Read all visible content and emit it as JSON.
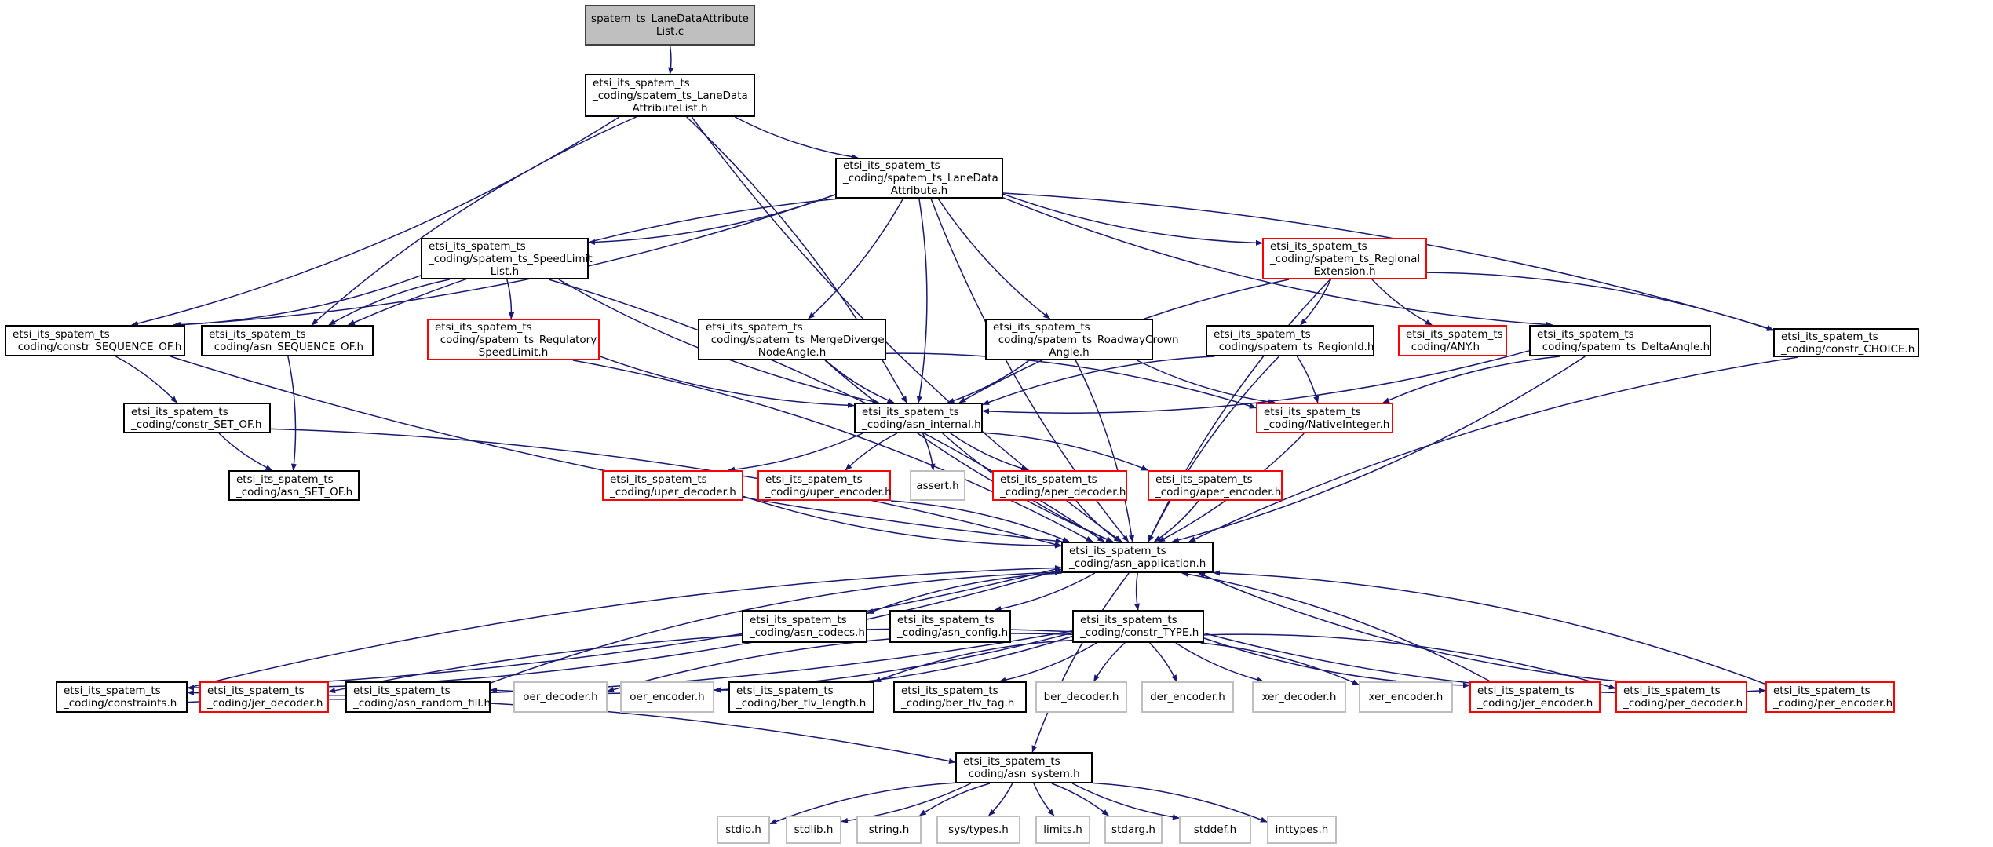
{
  "title": "spatem_ts_LaneDataAttributeList.c include dependency graph",
  "colors": {
    "edge": "#191970",
    "root_fill": "#bfbfbf",
    "incomplete_border": "#ff0000",
    "system_border": "#bfbfbf",
    "normal_border": "#000000"
  },
  "nodes": [
    {
      "id": "root",
      "kind": "root",
      "lines": [
        "spatem_ts_LaneDataAttribute",
        "List.c"
      ]
    },
    {
      "id": "ldal",
      "kind": "normal",
      "lines": [
        "etsi_its_spatem_ts",
        "_coding/spatem_ts_LaneData",
        "AttributeList.h"
      ]
    },
    {
      "id": "lda",
      "kind": "normal",
      "lines": [
        "etsi_its_spatem_ts",
        "_coding/spatem_ts_LaneData",
        "Attribute.h"
      ]
    },
    {
      "id": "sll",
      "kind": "normal",
      "lines": [
        "etsi_its_spatem_ts",
        "_coding/spatem_ts_SpeedLimit",
        "List.h"
      ]
    },
    {
      "id": "rext",
      "kind": "incomplete",
      "lines": [
        "etsi_its_spatem_ts",
        "_coding/spatem_ts_Regional",
        "Extension.h"
      ]
    },
    {
      "id": "cseqof",
      "kind": "normal",
      "lines": [
        "etsi_its_spatem_ts",
        "_coding/constr_SEQUENCE_OF.h"
      ]
    },
    {
      "id": "aseqof",
      "kind": "normal",
      "lines": [
        "etsi_its_spatem_ts",
        "_coding/asn_SEQUENCE_OF.h"
      ]
    },
    {
      "id": "rsl",
      "kind": "incomplete",
      "lines": [
        "etsi_its_spatem_ts",
        "_coding/spatem_ts_Regulatory",
        "SpeedLimit.h"
      ]
    },
    {
      "id": "mdna",
      "kind": "normal",
      "lines": [
        "etsi_its_spatem_ts",
        "_coding/spatem_ts_MergeDiverge",
        "NodeAngle.h"
      ]
    },
    {
      "id": "rca",
      "kind": "normal",
      "lines": [
        "etsi_its_spatem_ts",
        "_coding/spatem_ts_RoadwayCrown",
        "Angle.h"
      ]
    },
    {
      "id": "rid",
      "kind": "normal",
      "lines": [
        "etsi_its_spatem_ts",
        "_coding/spatem_ts_RegionId.h"
      ]
    },
    {
      "id": "any",
      "kind": "incomplete",
      "lines": [
        "etsi_its_spatem_ts",
        "_coding/ANY.h"
      ]
    },
    {
      "id": "da",
      "kind": "normal",
      "lines": [
        "etsi_its_spatem_ts",
        "_coding/spatem_ts_DeltaAngle.h"
      ]
    },
    {
      "id": "choice",
      "kind": "normal",
      "lines": [
        "etsi_its_spatem_ts",
        "_coding/constr_CHOICE.h"
      ]
    },
    {
      "id": "csetof",
      "kind": "normal",
      "lines": [
        "etsi_its_spatem_ts",
        "_coding/constr_SET_OF.h"
      ]
    },
    {
      "id": "asetof",
      "kind": "normal",
      "lines": [
        "etsi_its_spatem_ts",
        "_coding/asn_SET_OF.h"
      ]
    },
    {
      "id": "internal",
      "kind": "normal",
      "lines": [
        "etsi_its_spatem_ts",
        "_coding/asn_internal.h"
      ]
    },
    {
      "id": "nint",
      "kind": "incomplete",
      "lines": [
        "etsi_its_spatem_ts",
        "_coding/NativeInteger.h"
      ]
    },
    {
      "id": "uperd",
      "kind": "incomplete",
      "lines": [
        "etsi_its_spatem_ts",
        "_coding/uper_decoder.h"
      ]
    },
    {
      "id": "upere",
      "kind": "incomplete",
      "lines": [
        "etsi_its_spatem_ts",
        "_coding/uper_encoder.h"
      ]
    },
    {
      "id": "assert",
      "kind": "system",
      "lines": [
        "assert.h"
      ]
    },
    {
      "id": "aperd",
      "kind": "incomplete",
      "lines": [
        "etsi_its_spatem_ts",
        "_coding/aper_decoder.h"
      ]
    },
    {
      "id": "apere",
      "kind": "incomplete",
      "lines": [
        "etsi_its_spatem_ts",
        "_coding/aper_encoder.h"
      ]
    },
    {
      "id": "app",
      "kind": "normal",
      "lines": [
        "etsi_its_spatem_ts",
        "_coding/asn_application.h"
      ]
    },
    {
      "id": "codecs",
      "kind": "normal",
      "lines": [
        "etsi_its_spatem_ts",
        "_coding/asn_codecs.h"
      ]
    },
    {
      "id": "config",
      "kind": "normal",
      "lines": [
        "etsi_its_spatem_ts",
        "_coding/asn_config.h"
      ]
    },
    {
      "id": "type",
      "kind": "normal",
      "lines": [
        "etsi_its_spatem_ts",
        "_coding/constr_TYPE.h"
      ]
    },
    {
      "id": "constraints",
      "kind": "normal",
      "lines": [
        "etsi_its_spatem_ts",
        "_coding/constraints.h"
      ]
    },
    {
      "id": "jerd",
      "kind": "incomplete",
      "lines": [
        "etsi_its_spatem_ts",
        "_coding/jer_decoder.h"
      ]
    },
    {
      "id": "rfill",
      "kind": "normal",
      "lines": [
        "etsi_its_spatem_ts",
        "_coding/asn_random_fill.h"
      ]
    },
    {
      "id": "oerd",
      "kind": "system",
      "lines": [
        "oer_decoder.h"
      ]
    },
    {
      "id": "oere",
      "kind": "system",
      "lines": [
        "oer_encoder.h"
      ]
    },
    {
      "id": "bertl",
      "kind": "normal",
      "lines": [
        "etsi_its_spatem_ts",
        "_coding/ber_tlv_length.h"
      ]
    },
    {
      "id": "bertt",
      "kind": "normal",
      "lines": [
        "etsi_its_spatem_ts",
        "_coding/ber_tlv_tag.h"
      ]
    },
    {
      "id": "berd",
      "kind": "system",
      "lines": [
        "ber_decoder.h"
      ]
    },
    {
      "id": "dere",
      "kind": "system",
      "lines": [
        "der_encoder.h"
      ]
    },
    {
      "id": "xerd",
      "kind": "system",
      "lines": [
        "xer_decoder.h"
      ]
    },
    {
      "id": "xere",
      "kind": "system",
      "lines": [
        "xer_encoder.h"
      ]
    },
    {
      "id": "jere",
      "kind": "incomplete",
      "lines": [
        "etsi_its_spatem_ts",
        "_coding/jer_encoder.h"
      ]
    },
    {
      "id": "perd",
      "kind": "incomplete",
      "lines": [
        "etsi_its_spatem_ts",
        "_coding/per_decoder.h"
      ]
    },
    {
      "id": "pere",
      "kind": "incomplete",
      "lines": [
        "etsi_its_spatem_ts",
        "_coding/per_encoder.h"
      ]
    },
    {
      "id": "system",
      "kind": "normal",
      "lines": [
        "etsi_its_spatem_ts",
        "_coding/asn_system.h"
      ]
    },
    {
      "id": "stdio",
      "kind": "system",
      "lines": [
        "stdio.h"
      ]
    },
    {
      "id": "stdlib",
      "kind": "system",
      "lines": [
        "stdlib.h"
      ]
    },
    {
      "id": "string",
      "kind": "system",
      "lines": [
        "string.h"
      ]
    },
    {
      "id": "systypes",
      "kind": "system",
      "lines": [
        "sys/types.h"
      ]
    },
    {
      "id": "limits",
      "kind": "system",
      "lines": [
        "limits.h"
      ]
    },
    {
      "id": "stdarg",
      "kind": "system",
      "lines": [
        "stdarg.h"
      ]
    },
    {
      "id": "stddef",
      "kind": "system",
      "lines": [
        "stddef.h"
      ]
    },
    {
      "id": "inttypes",
      "kind": "system",
      "lines": [
        "inttypes.h"
      ]
    }
  ],
  "edges": [
    [
      "root",
      "ldal"
    ],
    [
      "ldal",
      "lda"
    ],
    [
      "ldal",
      "cseqof"
    ],
    [
      "ldal",
      "aseqof"
    ],
    [
      "ldal",
      "internal"
    ],
    [
      "ldal",
      "app"
    ],
    [
      "lda",
      "sll"
    ],
    [
      "lda",
      "rext"
    ],
    [
      "lda",
      "cseqof"
    ],
    [
      "lda",
      "aseqof"
    ],
    [
      "lda",
      "mdna"
    ],
    [
      "lda",
      "rca"
    ],
    [
      "lda",
      "internal"
    ],
    [
      "lda",
      "da"
    ],
    [
      "lda",
      "choice"
    ],
    [
      "lda",
      "app"
    ],
    [
      "sll",
      "cseqof"
    ],
    [
      "sll",
      "aseqof"
    ],
    [
      "sll",
      "rsl"
    ],
    [
      "sll",
      "internal"
    ],
    [
      "sll",
      "app"
    ],
    [
      "rext",
      "internal"
    ],
    [
      "rext",
      "rid"
    ],
    [
      "rext",
      "any"
    ],
    [
      "rext",
      "choice"
    ],
    [
      "rext",
      "app"
    ],
    [
      "cseqof",
      "csetof"
    ],
    [
      "cseqof",
      "app"
    ],
    [
      "aseqof",
      "asetof"
    ],
    [
      "csetof",
      "asetof"
    ],
    [
      "csetof",
      "app"
    ],
    [
      "rsl",
      "internal"
    ],
    [
      "rsl",
      "app"
    ],
    [
      "mdna",
      "internal"
    ],
    [
      "mdna",
      "nint"
    ],
    [
      "mdna",
      "app"
    ],
    [
      "rca",
      "internal"
    ],
    [
      "rca",
      "nint"
    ],
    [
      "rca",
      "app"
    ],
    [
      "rid",
      "internal"
    ],
    [
      "rid",
      "nint"
    ],
    [
      "rid",
      "app"
    ],
    [
      "da",
      "internal"
    ],
    [
      "da",
      "nint"
    ],
    [
      "da",
      "app"
    ],
    [
      "choice",
      "app"
    ],
    [
      "internal",
      "uperd"
    ],
    [
      "internal",
      "upere"
    ],
    [
      "internal",
      "assert"
    ],
    [
      "internal",
      "aperd"
    ],
    [
      "internal",
      "apere"
    ],
    [
      "internal",
      "app"
    ],
    [
      "nint",
      "app"
    ],
    [
      "uperd",
      "app"
    ],
    [
      "upere",
      "app"
    ],
    [
      "aperd",
      "app"
    ],
    [
      "apere",
      "app"
    ],
    [
      "app",
      "codecs"
    ],
    [
      "app",
      "config"
    ],
    [
      "app",
      "type"
    ],
    [
      "app",
      "constraints"
    ],
    [
      "app",
      "system"
    ],
    [
      "type",
      "constraints"
    ],
    [
      "type",
      "jerd"
    ],
    [
      "type",
      "rfill"
    ],
    [
      "type",
      "oerd"
    ],
    [
      "type",
      "oere"
    ],
    [
      "type",
      "bertl"
    ],
    [
      "type",
      "bertt"
    ],
    [
      "type",
      "berd"
    ],
    [
      "type",
      "dere"
    ],
    [
      "type",
      "xerd"
    ],
    [
      "type",
      "xere"
    ],
    [
      "type",
      "jere"
    ],
    [
      "type",
      "perd"
    ],
    [
      "type",
      "pere"
    ],
    [
      "constraints",
      "app"
    ],
    [
      "jerd",
      "app"
    ],
    [
      "rfill",
      "app"
    ],
    [
      "jere",
      "app"
    ],
    [
      "perd",
      "app"
    ],
    [
      "pere",
      "app"
    ],
    [
      "constraints",
      "system"
    ],
    [
      "system",
      "stdio"
    ],
    [
      "system",
      "stdlib"
    ],
    [
      "system",
      "string"
    ],
    [
      "system",
      "systypes"
    ],
    [
      "system",
      "limits"
    ],
    [
      "system",
      "stdarg"
    ],
    [
      "system",
      "stddef"
    ],
    [
      "system",
      "inttypes"
    ]
  ]
}
